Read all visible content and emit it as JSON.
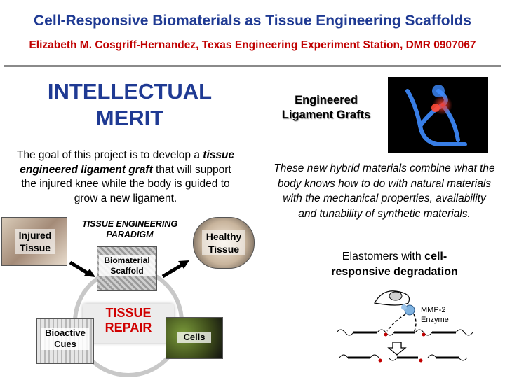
{
  "header": {
    "title": "Cell-Responsive Biomaterials as Tissue Engineering Scaffolds",
    "authors": "Elizabeth M. Cosgriff-Hernandez, Texas Engineering Experiment Station, DMR 0907067"
  },
  "left": {
    "heading_line1": "INTELLECTUAL",
    "heading_line2": "MERIT",
    "goal_pre": "The goal of this project is to develop a ",
    "goal_em": "tissue engineered ligament graft",
    "goal_post": " that will support the injured knee while the body is guided to grow a new ligament."
  },
  "paradigm": {
    "heading_line1": "TISSUE ENGINEERING",
    "heading_line2": "PARADIGM",
    "injured_line1": "Injured",
    "injured_line2": "Tissue",
    "healthy_line1": "Healthy",
    "healthy_line2": "Tissue",
    "scaffold_line1": "Biomaterial",
    "scaffold_line2": "Scaffold",
    "repair_line1": "TISSUE",
    "repair_line2": "REPAIR",
    "bioactive_line1": "Bioactive",
    "bioactive_line2": "Cues",
    "cells": "Cells"
  },
  "right": {
    "graft_line1": "Engineered",
    "graft_line2": "Ligament Grafts",
    "hybrid_text": "These new hybrid materials combine what the body knows how to do with natural materials with the mechanical properties, availability and tunability of synthetic materials.",
    "elastomer_pre": "Elastomers with ",
    "elastomer_bold": "cell-responsive degradation",
    "enzyme_line1": "MMP-2",
    "enzyme_line2": "Enzyme"
  },
  "colors": {
    "title_blue": "#1f3a93",
    "author_red": "#c00000",
    "repair_red": "#d00000"
  }
}
